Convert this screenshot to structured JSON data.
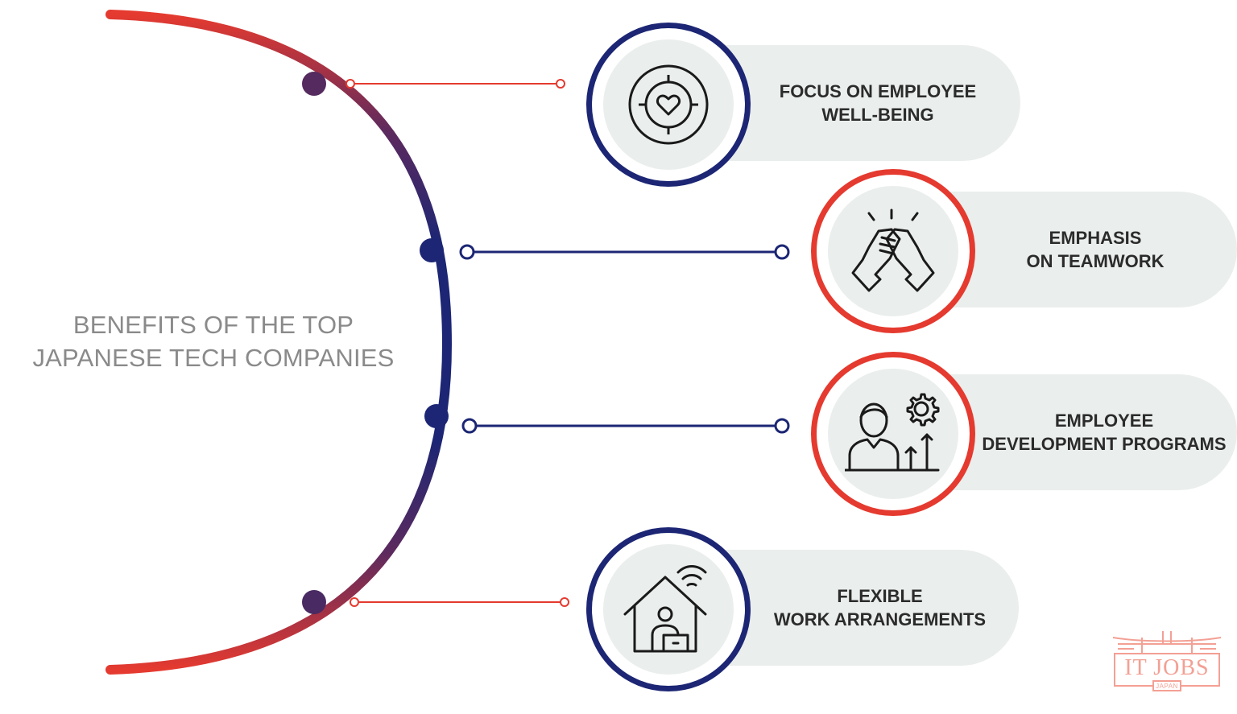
{
  "title": {
    "line1": "BENEFITS OF THE TOP",
    "line2": "JAPANESE TECH COMPANIES"
  },
  "colors": {
    "navy": "#1c2674",
    "red": "#e53a2f",
    "pill": "#eaeeec",
    "title_text": "#8a8a8a",
    "label_text": "#2b2b2b"
  },
  "benefits": [
    {
      "line1": "FOCUS ON EMPLOYEE",
      "line2": "WELL-BEING",
      "icon": "target-heart-icon",
      "ring_color": "navy"
    },
    {
      "line1": "EMPHASIS",
      "line2": "ON TEAMWORK",
      "icon": "handshake-icon",
      "ring_color": "red"
    },
    {
      "line1": "EMPLOYEE",
      "line2": "DEVELOPMENT PROGRAMS",
      "icon": "person-growth-gear-icon",
      "ring_color": "red"
    },
    {
      "line1": "FLEXIBLE",
      "line2": "WORK ARRANGEMENTS",
      "icon": "home-office-wifi-icon",
      "ring_color": "navy"
    }
  ],
  "logo": {
    "text": "IT JOBS",
    "subtext": "JAPAN",
    "icon": "torii-gate-icon"
  }
}
